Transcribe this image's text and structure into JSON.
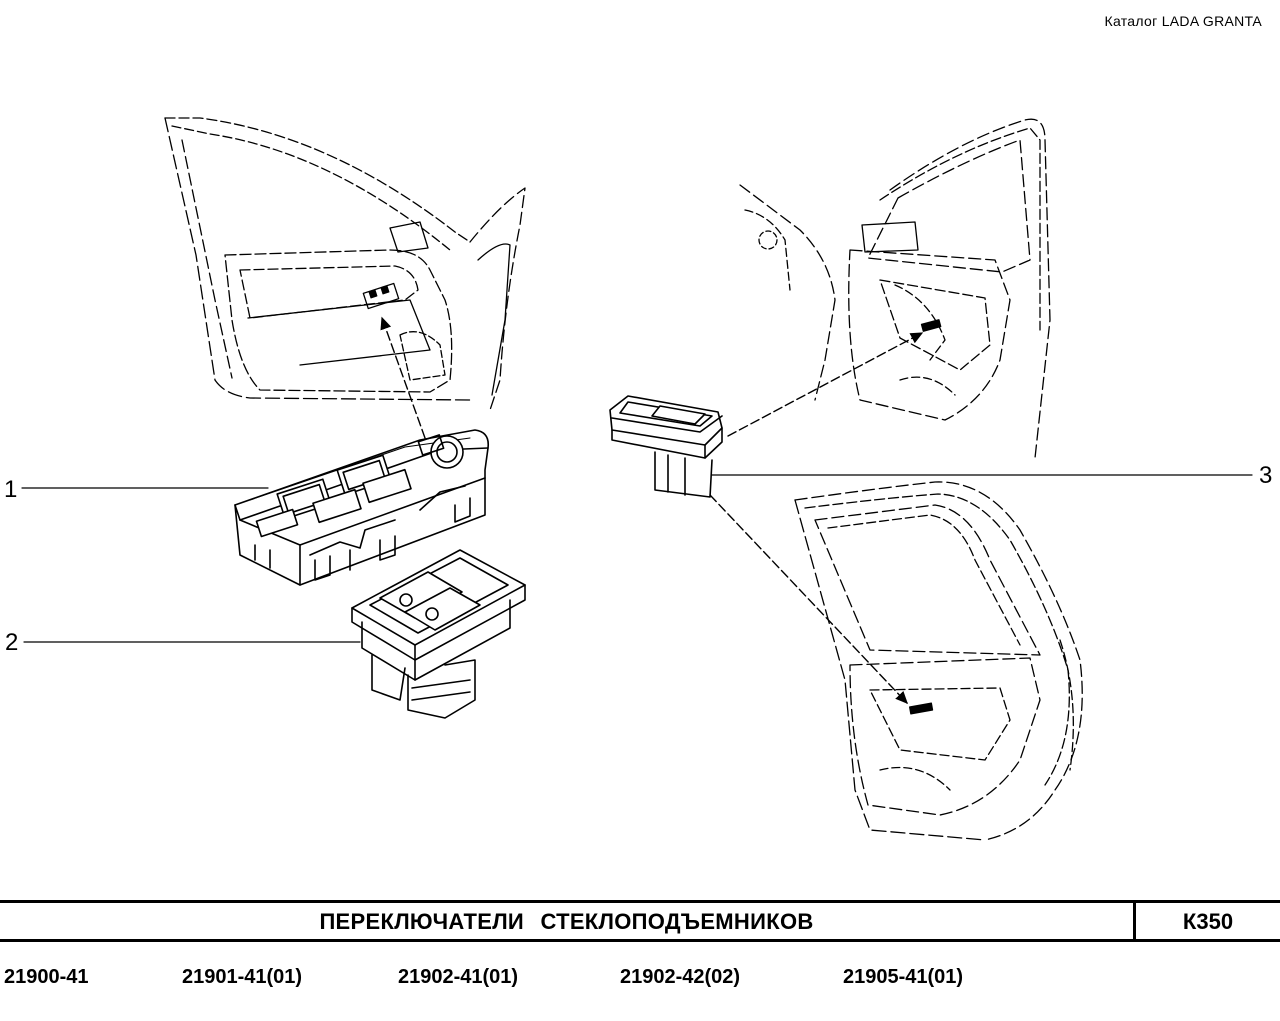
{
  "header": {
    "catalog_label": "Каталог  LADA  GRANTA"
  },
  "callouts": [
    "1",
    "2",
    "3"
  ],
  "title_block": {
    "title": "ПЕРЕКЛЮЧАТЕЛИ   СТЕКЛОПОДЪЕМНИКОВ",
    "code": "К350"
  },
  "models": [
    "21900-41",
    "21901-41(01)",
    "21902-41(01)",
    "21902-42(02)",
    "21905-41(01)"
  ]
}
